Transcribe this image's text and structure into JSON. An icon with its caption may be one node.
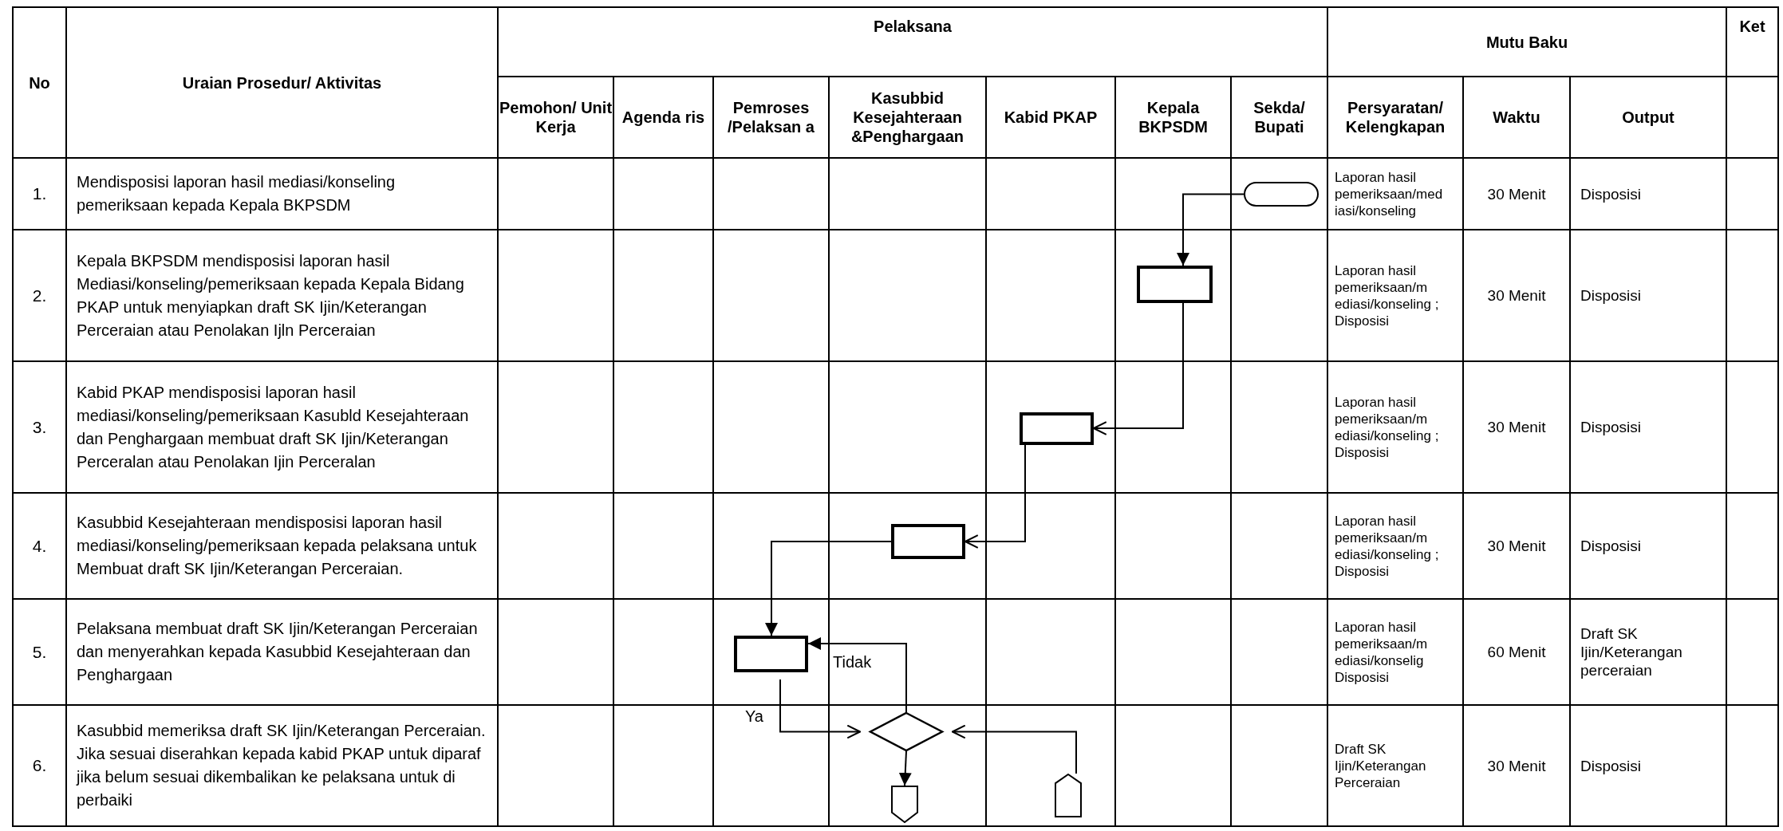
{
  "diagram": {
    "nodes": [
      {
        "text": [],
        "shape": "pill"
      },
      {
        "text": [],
        "shape": "box"
      },
      {
        "text": [],
        "shape": "box"
      },
      {
        "text": [],
        "shape": "box"
      },
      {
        "text": [],
        "shape": "box"
      },
      {
        "text": [],
        "shape": "diamond"
      },
      {
        "text": [],
        "shape": "pentagon"
      },
      {
        "text": [],
        "shape": "pentagon"
      }
    ],
    "edges": [
      {
        "from": 0,
        "to": 1,
        "arrow": "to"
      },
      {
        "from": 1,
        "to": 2,
        "arrow": "to"
      },
      {
        "from": 2,
        "to": 3,
        "arrow": "to"
      },
      {
        "from": 3,
        "to": 4,
        "arrow": "to"
      },
      {
        "from": 4,
        "to": 5,
        "arrow": "to",
        "label": "Ya"
      },
      {
        "from": 5,
        "to": 4,
        "arrow": "to",
        "label": "Tidak"
      },
      {
        "from": 5,
        "to": 6,
        "arrow": "to"
      },
      {
        "from": 7,
        "to": 5,
        "arrow": "to"
      }
    ],
    "labels": [
      "No",
      "Uraian Prosedur/ Aktivitas",
      "Pelaksana",
      "Mutu Baku",
      "Ket",
      "Pemohon/ Unit Kerja",
      "Agenda ris",
      "Pemroses /Pelaksan a",
      "Kasubbid Kesejahteraan &Penghargaan",
      "Kabid PKAP",
      "Kepala BKPSDM",
      "Sekda/ Bupati",
      "Persyaratan/ Kelengkapan",
      "Waktu",
      "Output",
      "1.",
      "Mendisposisi laporan hasil mediasi/konseling pemeriksaan kepada Kepala BKPSDM",
      "Laporan hasil pemeriksaan/med iasi/konseling",
      "30 Menit",
      "Disposisi",
      "2.",
      "Kepala BKPSDM mendisposisi laporan hasil Mediasi/konseling/pemeriksaan kepada Kepala Bidang PKAP untuk menyiapkan draft SK Ijin/Keterangan Perceraian atau Penolakan Ijln Perceraian",
      "Laporan hasil pemeriksaan/m ediasi/konseling ; Disposisi",
      "30 Menit",
      "Disposisi",
      "3.",
      "Kabid PKAP mendisposisi laporan hasil mediasi/konseling/pemeriksaan Kasubld Kesejahteraan dan Penghargaan membuat draft SK Ijin/Keterangan Perceralan atau Penolakan Ijin Perceralan",
      "Laporan hasil pemeriksaan/m ediasi/konseling ; Disposisi",
      "30 Menit",
      "Disposisi",
      "4.",
      "Kasubbid Kesejahteraan mendisposisi laporan hasil mediasi/konseling/pemeriksaan kepada pelaksana untuk Membuat draft SK Ijin/Keterangan Perceraian.",
      "Laporan hasil pemeriksaan/m ediasi/konseling ; Disposisi",
      "30 Menit",
      "Disposisi",
      "5.",
      "Pelaksana membuat draft SK Ijin/Keterangan Perceraian dan menyerahkan kepada Kasubbid Kesejahteraan dan Penghargaan",
      "Laporan hasil pemeriksaan/m ediasi/konselig Disposisi",
      "60 Menit",
      "Draft SK Ijin/Keterangan perceraian",
      "6.",
      "Kasubbid memeriksa draft SK Ijin/Keterangan Perceraian. Jika sesuai diserahkan kepada kabid PKAP untuk diparaf jika belum sesuai dikembalikan ke pelaksana untuk di perbaiki",
      "Draft SK Ijin/Keterangan Perceraian",
      "30 Menit",
      "Disposisi"
    ]
  }
}
